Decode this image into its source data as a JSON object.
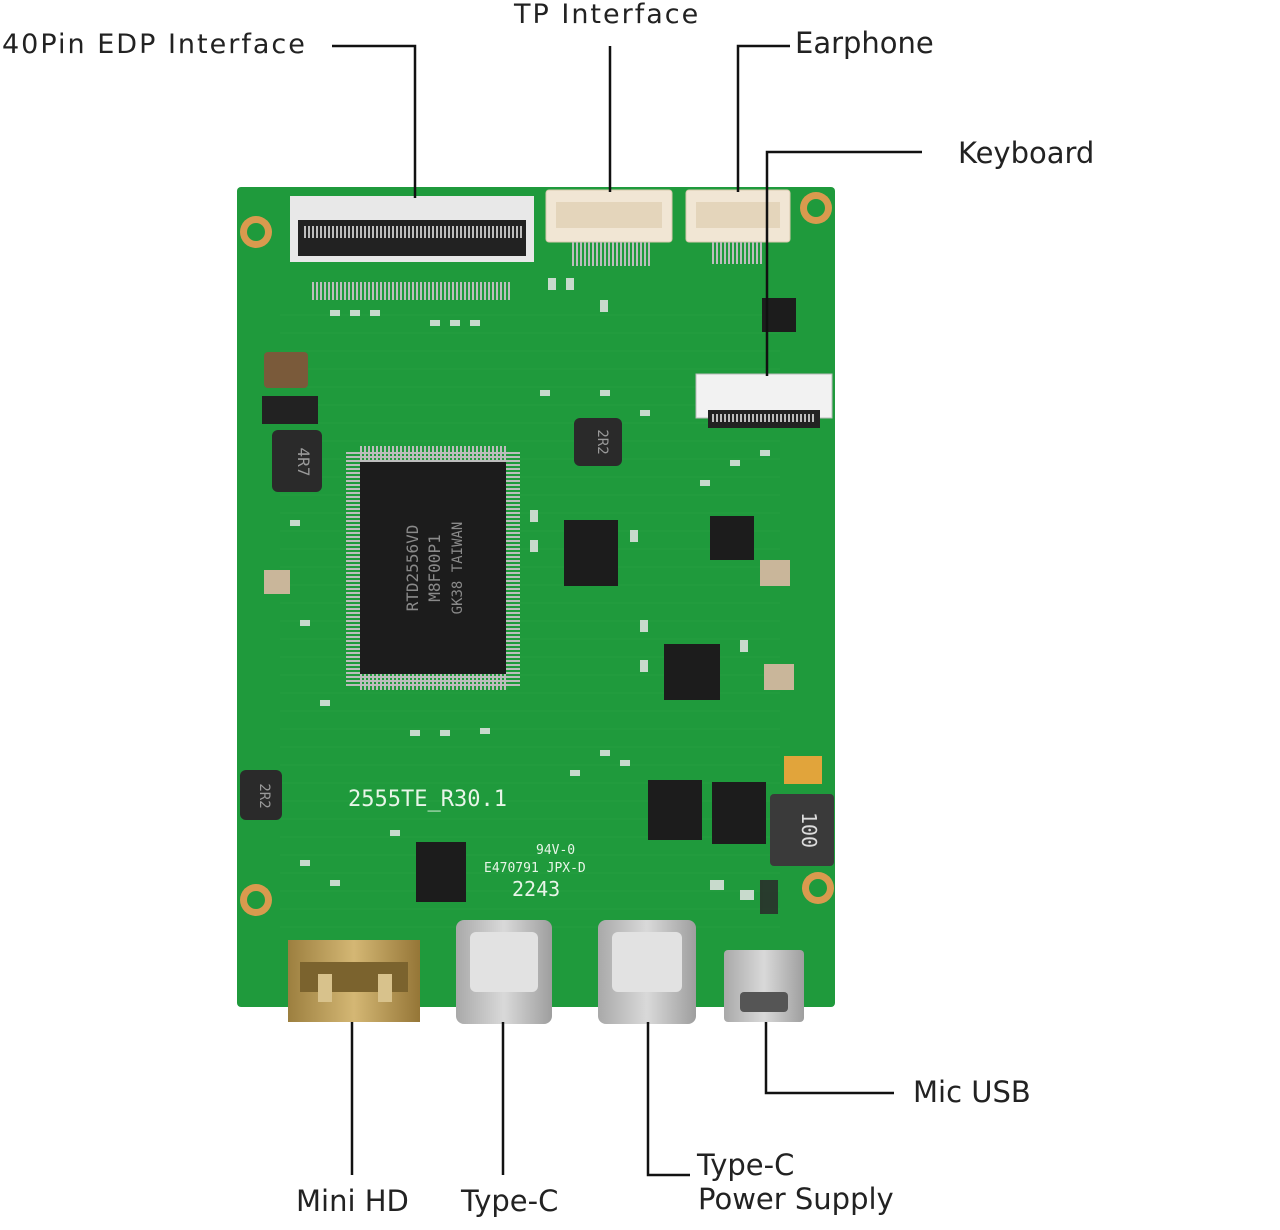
{
  "labels": {
    "edp": "40Pin EDP Interface",
    "tp": "TP Interface",
    "earphone": "Earphone",
    "keyboard": "Keyboard",
    "mini_hd": "Mini HD",
    "type_c": "Type-C",
    "type_c_power_line1": "Type-C",
    "type_c_power_line2": "Power Supply",
    "mic_usb": "Mic USB"
  },
  "board": {
    "model": "2555TE_R30.1",
    "chip_line1": "RTD2556VD",
    "chip_line2": "M8F00P1",
    "chip_line3": "GK38 TAIWAN",
    "cert_line1": "94V-0",
    "cert_line2": "E470791 JPX-D",
    "date_code": "2243",
    "inductor_main": "4R7",
    "inductor_small1": "2R2",
    "inductor_small2": "2R2",
    "inductor_big": "100"
  },
  "colors": {
    "pcb": "#1f9a3c",
    "pcb_dark": "#137a2c",
    "silk": "#e8f5e8",
    "connector_white": "#f1e6d4",
    "chip": "#1c1c1c",
    "metal": "#c8c8c8",
    "gold": "#b99a55",
    "leader": "#111111"
  }
}
